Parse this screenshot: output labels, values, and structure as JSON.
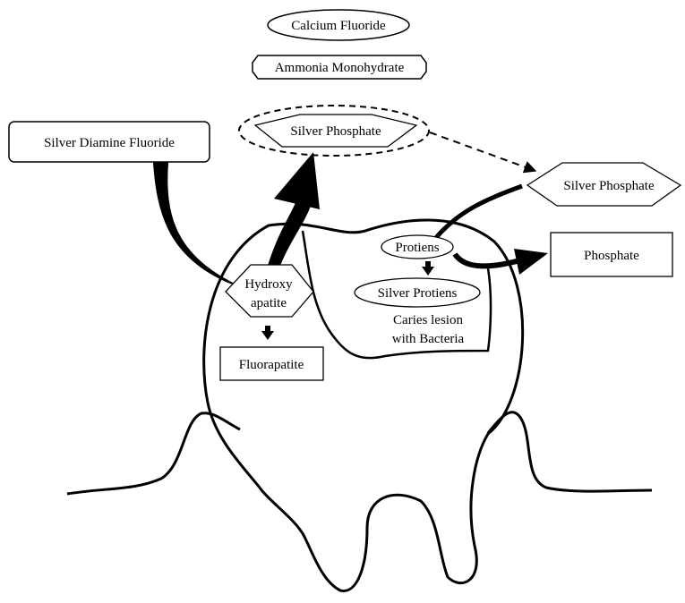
{
  "labels": {
    "calcium_fluoride": "Calcium Fluoride",
    "ammonia_monohydrate": "Ammonia Monohydrate",
    "silver_diamine_fluoride": "Silver Diamine Fluoride",
    "silver_phosphate_top": "Silver Phosphate",
    "silver_phosphate_right": "Silver Phosphate",
    "phosphate": "Phosphate",
    "protiens": "Protiens",
    "silver_protiens": "Silver Protiens",
    "caries_line1": "Caries lesion",
    "caries_line2": "with Bacteria",
    "hydroxy_line1": "Hydroxy",
    "hydroxy_line2": "apatite",
    "fluorapatite": "Fluorapatite"
  },
  "colors": {
    "stroke": "#000000",
    "fill": "#ffffff"
  }
}
